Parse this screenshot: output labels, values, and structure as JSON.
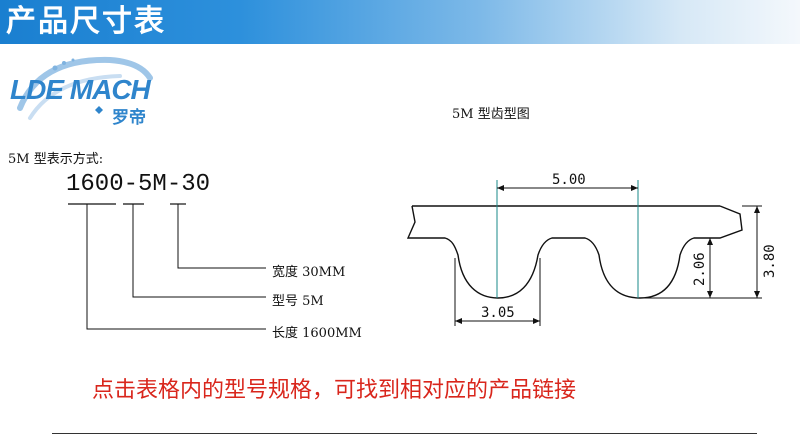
{
  "header": {
    "title": "产品尺寸表"
  },
  "logo": {
    "text": "LDE MACH",
    "cn": "罗帝"
  },
  "figure": {
    "title": "5M 型齿型图",
    "dims": {
      "pitch": "5.00",
      "tooth_height": "2.06",
      "belt_height": "3.80",
      "tooth_width": "3.05"
    }
  },
  "designation": {
    "title": "5M 型表示方式:",
    "code": "1600-5M-30",
    "parts": {
      "width": "宽度 30MM",
      "model": "型号 5M",
      "length": "长度 1600MM"
    }
  },
  "note": "点击表格内的型号规格，可找到相对应的产品链接"
}
